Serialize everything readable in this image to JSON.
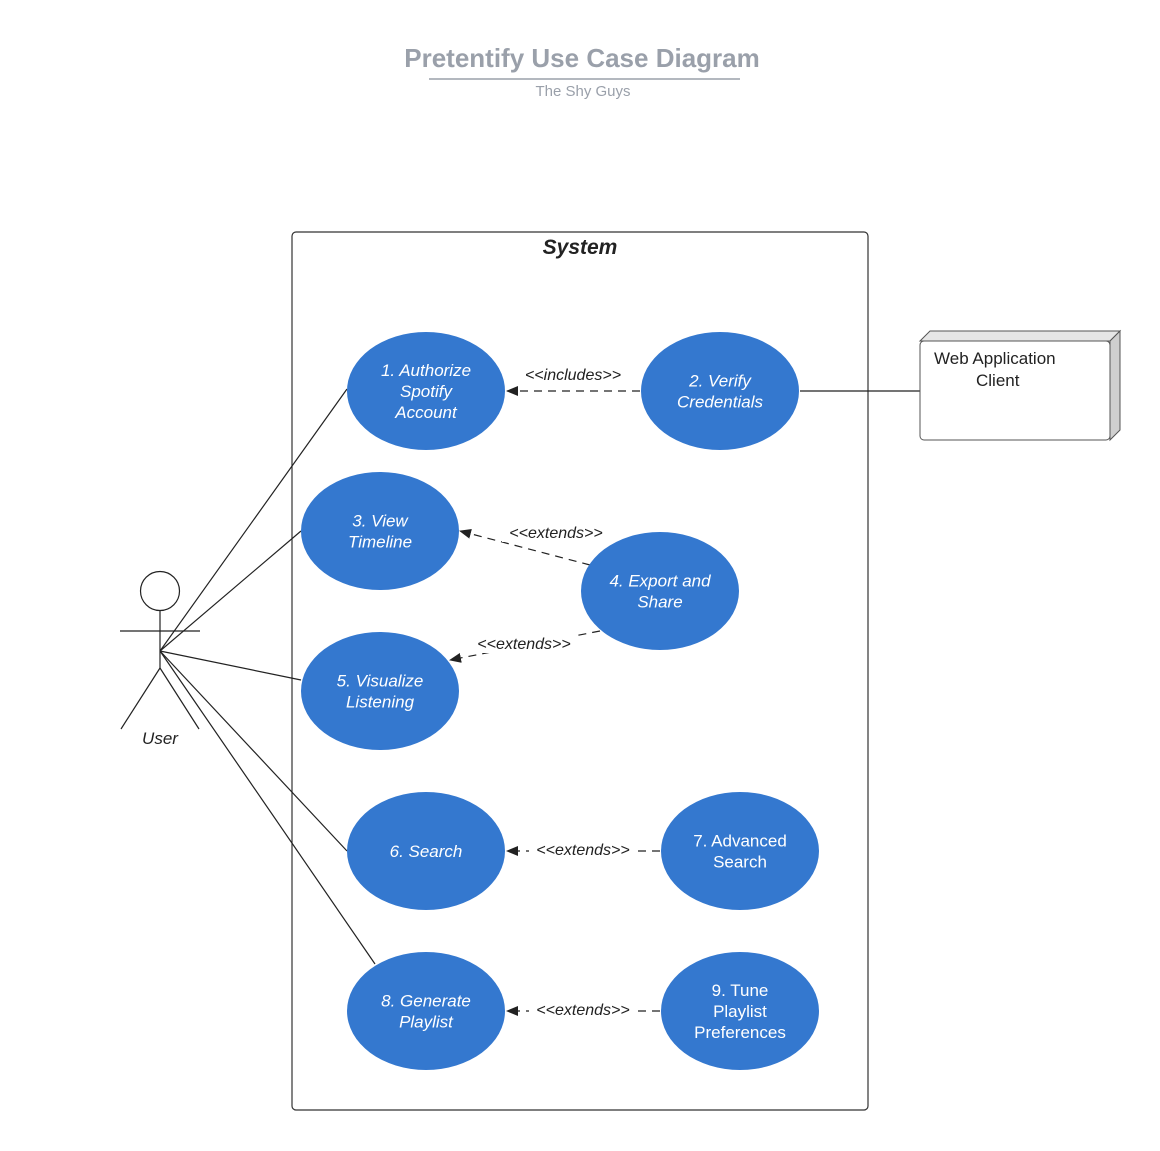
{
  "header": {
    "title": "Pretentify Use Case Diagram",
    "subtitle": "The Shy Guys"
  },
  "system": {
    "label": "System"
  },
  "actor": {
    "label": "User"
  },
  "node": {
    "lines": [
      "Web Application",
      "Client"
    ]
  },
  "colors": {
    "use_case_fill": "#3478cf",
    "title": "#9aa0aa",
    "line": "#222222"
  },
  "use_cases": [
    {
      "id": "uc1",
      "lines": [
        "1. Authorize",
        "Spotify",
        "Account"
      ],
      "italic": true
    },
    {
      "id": "uc2",
      "lines": [
        "2. Verify",
        "Credentials"
      ],
      "italic": true
    },
    {
      "id": "uc3",
      "lines": [
        "3. View",
        "Timeline"
      ],
      "italic": true
    },
    {
      "id": "uc4",
      "lines": [
        "4. Export and",
        "Share"
      ],
      "italic": true
    },
    {
      "id": "uc5",
      "lines": [
        "5. Visualize",
        "Listening"
      ],
      "italic": true
    },
    {
      "id": "uc6",
      "lines": [
        "6. Search"
      ],
      "italic": true
    },
    {
      "id": "uc7",
      "lines": [
        "7. Advanced",
        "Search"
      ],
      "italic": false
    },
    {
      "id": "uc8",
      "lines": [
        "8. Generate",
        "Playlist"
      ],
      "italic": true
    },
    {
      "id": "uc9",
      "lines": [
        "9. Tune",
        "Playlist",
        "Preferences"
      ],
      "italic": false
    }
  ],
  "relations": [
    {
      "from": "uc2",
      "to": "uc1",
      "label": "<<includes>>"
    },
    {
      "from": "uc4",
      "to": "uc3",
      "label": "<<extends>>"
    },
    {
      "from": "uc4",
      "to": "uc5",
      "label": "<<extends>>"
    },
    {
      "from": "uc7",
      "to": "uc6",
      "label": "<<extends>>"
    },
    {
      "from": "uc9",
      "to": "uc8",
      "label": "<<extends>>"
    }
  ],
  "associations": [
    {
      "from": "actor",
      "to": "uc1"
    },
    {
      "from": "actor",
      "to": "uc3"
    },
    {
      "from": "actor",
      "to": "uc5"
    },
    {
      "from": "actor",
      "to": "uc6"
    },
    {
      "from": "actor",
      "to": "uc8"
    },
    {
      "from": "uc2",
      "to": "node"
    }
  ]
}
